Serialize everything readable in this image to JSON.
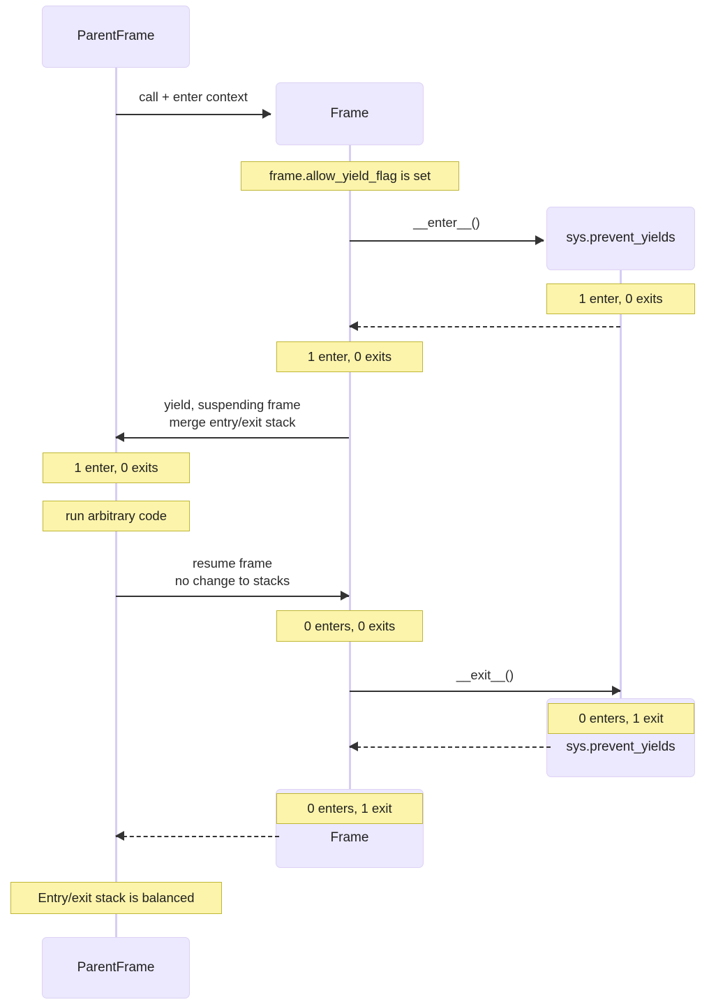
{
  "diagram": {
    "type": "sequence-diagram",
    "title": "Frame yield / entry-exit stack sequence",
    "colors": {
      "participant_fill": "#ece8fd",
      "participant_border": "#ddd2f5",
      "lifeline": "#d7cdf5",
      "note_fill": "#fcf4ab",
      "note_border": "#bfb735",
      "arrow": "#333333",
      "text": "#1f1f1f",
      "background": "#ffffff"
    }
  },
  "participants": {
    "parent_top": "ParentFrame",
    "frame_top": "Frame",
    "prevent_yields_top": "sys.prevent_yields",
    "prevent_yields_bottom": "sys.prevent_yields",
    "frame_bottom": "Frame",
    "parent_bottom": "ParentFrame"
  },
  "messages": [
    {
      "id": "call-enter-context",
      "label": "call + enter context",
      "from": "ParentFrame",
      "to": "Frame",
      "style": "solid",
      "direction": "right"
    },
    {
      "id": "enter-call",
      "label": "__enter__()",
      "from": "Frame",
      "to": "sys.prevent_yields",
      "style": "solid",
      "direction": "right"
    },
    {
      "id": "enter-return",
      "label": "",
      "from": "sys.prevent_yields",
      "to": "Frame",
      "style": "dashed",
      "direction": "left"
    },
    {
      "id": "yield-suspend",
      "label": "yield, suspending frame\nmerge entry/exit stack",
      "from": "Frame",
      "to": "ParentFrame",
      "style": "solid",
      "direction": "left"
    },
    {
      "id": "resume-frame",
      "label": "resume frame\nno change to stacks",
      "from": "ParentFrame",
      "to": "Frame",
      "style": "solid",
      "direction": "right"
    },
    {
      "id": "exit-call",
      "label": "__exit__()",
      "from": "Frame",
      "to": "sys.prevent_yields",
      "style": "solid",
      "direction": "right"
    },
    {
      "id": "exit-return",
      "label": "",
      "from": "sys.prevent_yields",
      "to": "Frame",
      "style": "dashed",
      "direction": "left"
    },
    {
      "id": "frame-return",
      "label": "",
      "from": "Frame",
      "to": "ParentFrame",
      "style": "dashed",
      "direction": "left"
    }
  ],
  "notes": {
    "allow_yield_flag": "frame.allow_yield_flag is set",
    "prevent_yields_1_enter": "1 enter, 0 exits",
    "frame_1_enter": "1 enter, 0 exits",
    "parent_1_enter": "1 enter, 0 exits",
    "run_arbitrary_code": "run arbitrary code",
    "frame_0_enters_0_exits": "0 enters, 0 exits",
    "prevent_yields_0_enters_1_exit": "0 enters, 1 exit",
    "frame_0_enters_1_exit": "0 enters, 1 exit",
    "stack_balanced": "Entry/exit stack is balanced"
  }
}
